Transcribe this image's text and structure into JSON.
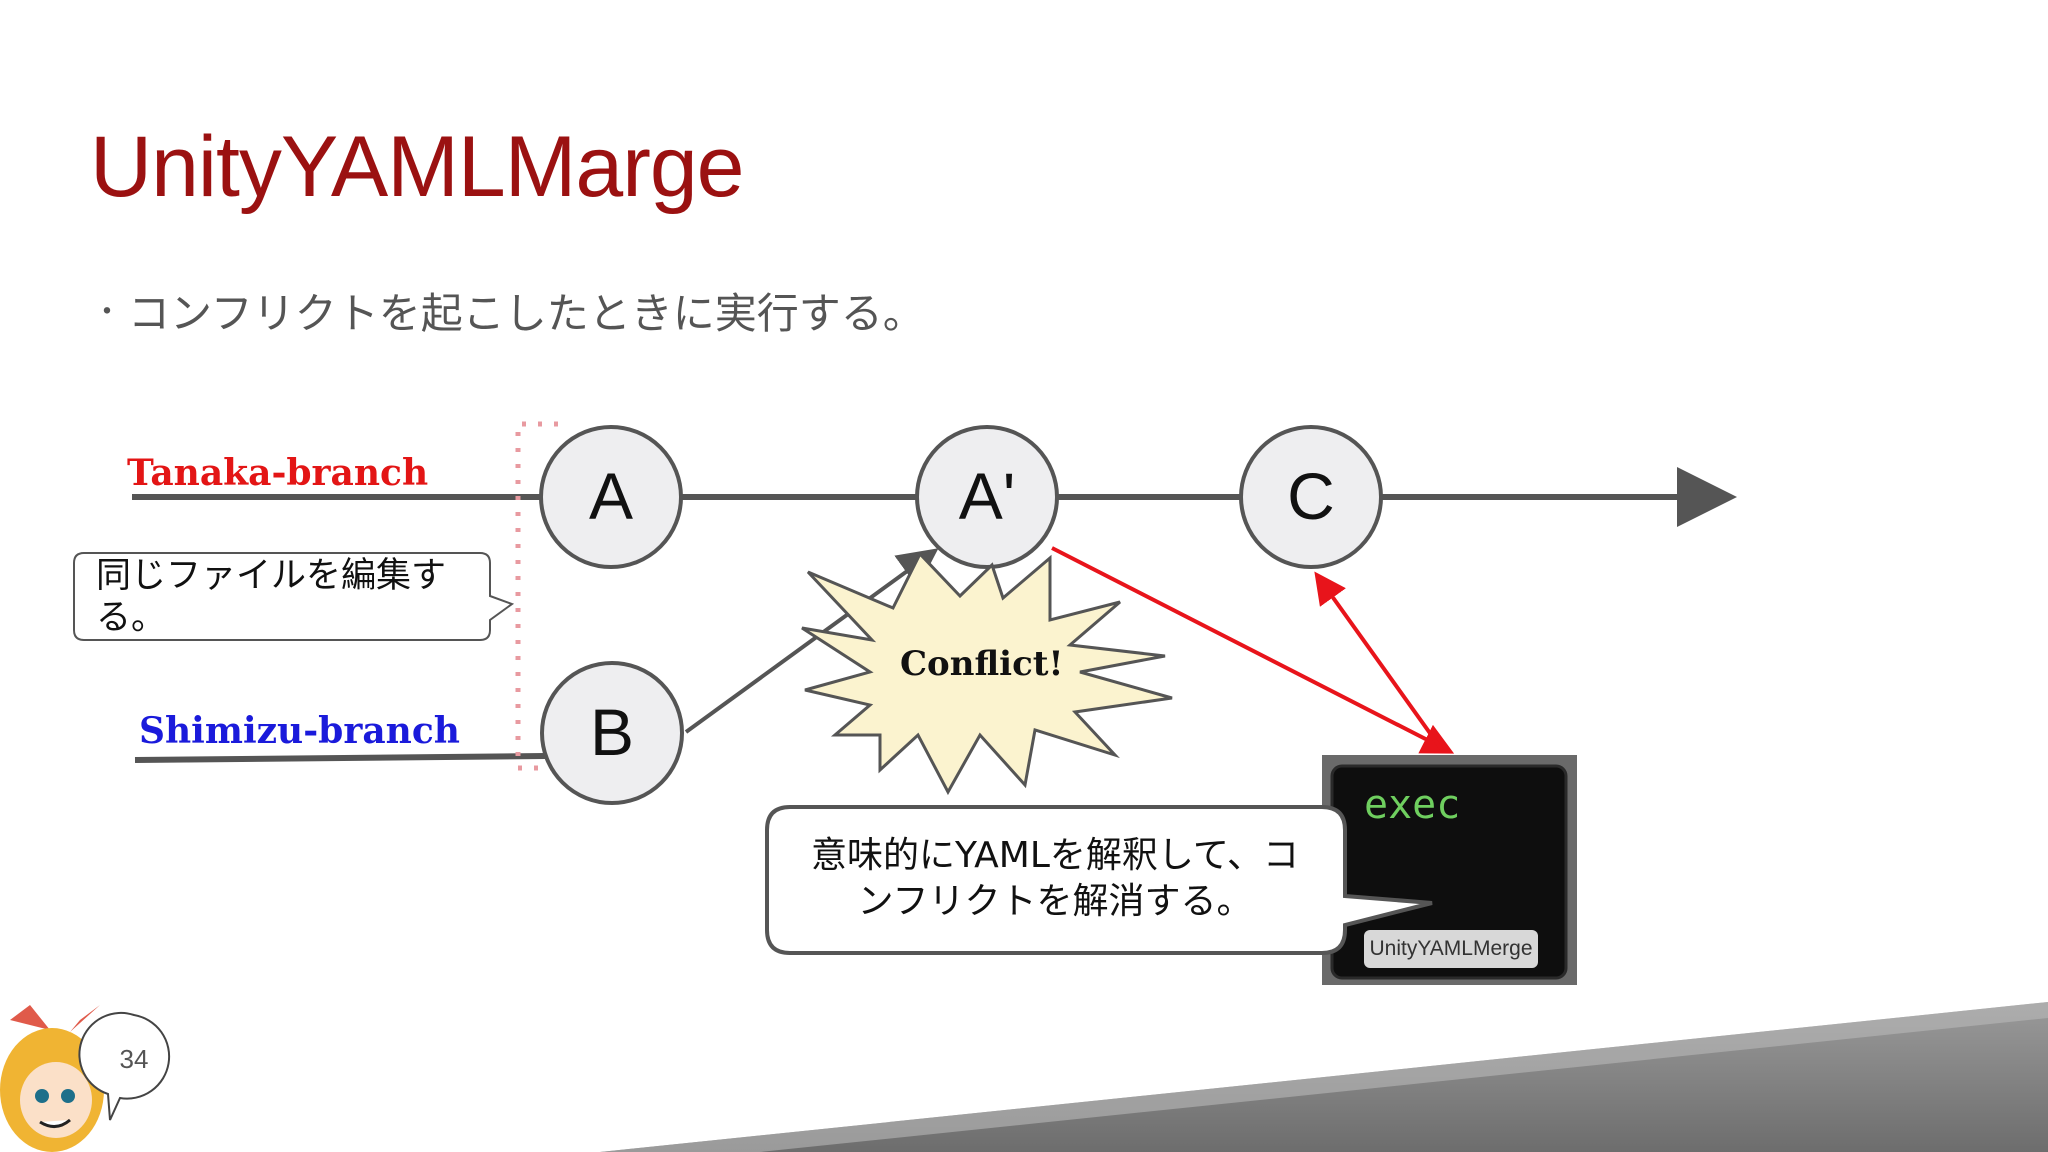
{
  "slide": {
    "title": "UnityYAMLMarge",
    "bullet_marker": "・",
    "bullet_text": "コンフリクトを起こしたときに実行する。",
    "page_number": "34"
  },
  "diagram": {
    "branches": {
      "tanaka": "Tanaka-branch",
      "shimizu": "Shimizu-branch"
    },
    "nodes": {
      "a": "A",
      "a_prime": "A'",
      "c": "C",
      "b": "B"
    },
    "callout_edit": {
      "line1": "同じファイルを編集す",
      "line2": "る。"
    },
    "conflict_label": "Conflict!",
    "callout_resolve": {
      "line1": "意味的にYAMLを解釈して、コ",
      "line2": "ンフリクトを解消する。"
    },
    "terminal": {
      "exec_text": "exec",
      "badge": "UnityYAMLMerge"
    },
    "colors": {
      "title": "#9b1111",
      "tanaka_label": "#e31515",
      "shimizu_label": "#1a1adb",
      "resolve_arrows": "#e8141b",
      "burst_fill": "#fbf3cf",
      "node_fill": "#eeeef0"
    }
  }
}
